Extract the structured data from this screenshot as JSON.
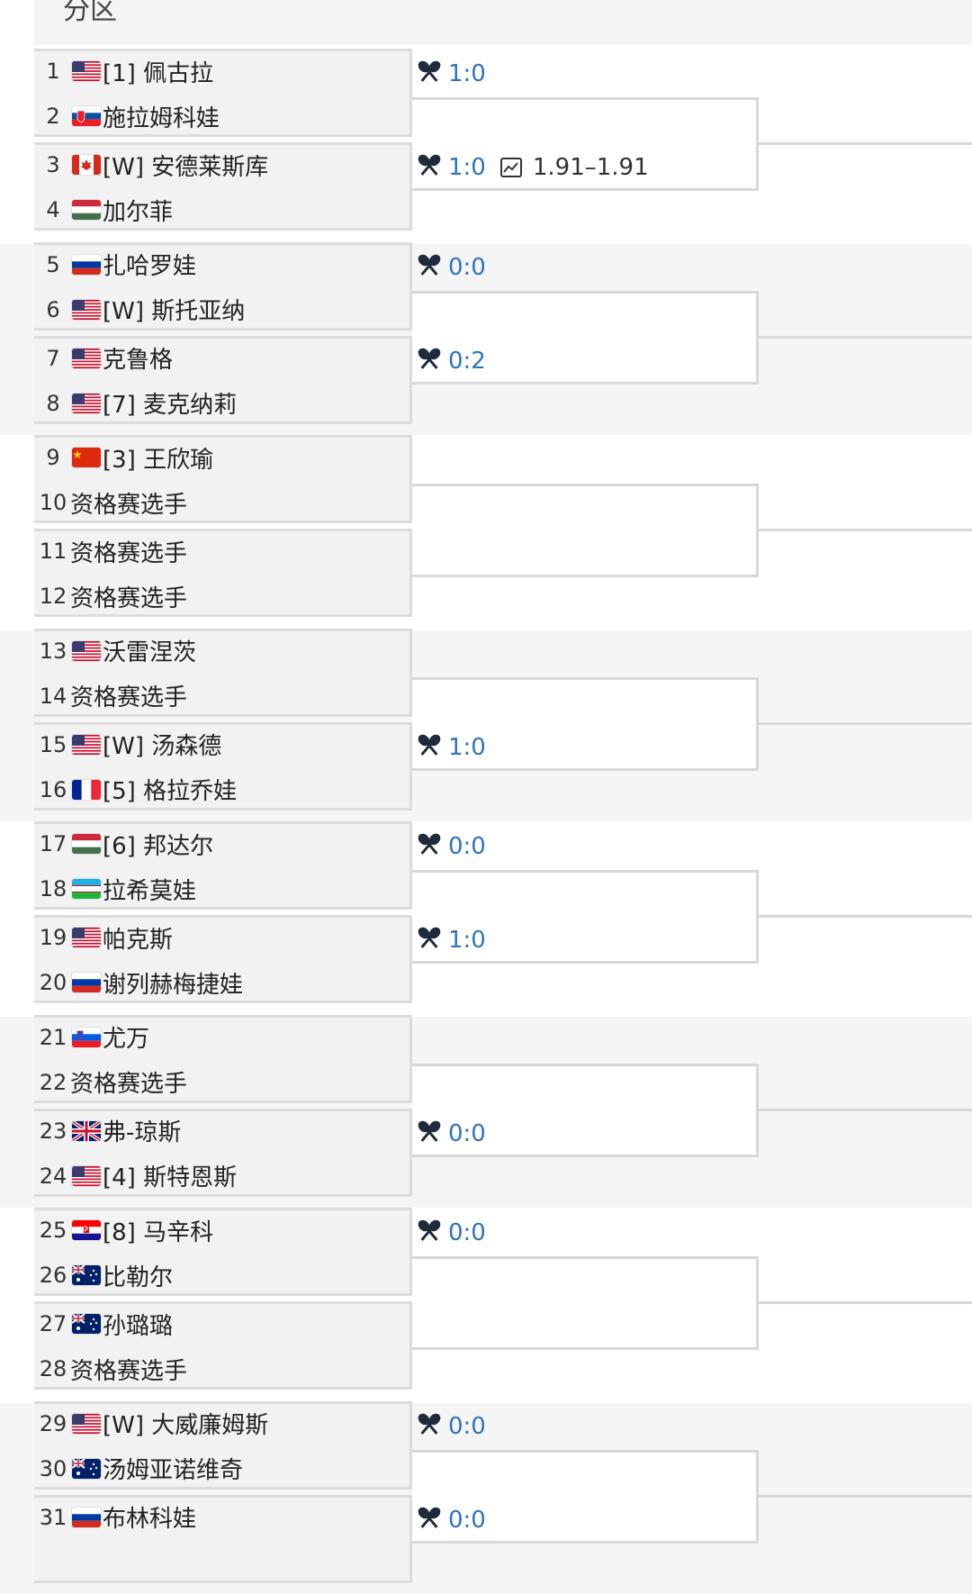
{
  "section_title": "分区",
  "players": [
    {
      "num": "1",
      "flag": "us",
      "name": "[1] 佩古拉"
    },
    {
      "num": "2",
      "flag": "sk",
      "name": "施拉姆科娃"
    },
    {
      "num": "3",
      "flag": "ca",
      "name": "[W] 安德莱斯库"
    },
    {
      "num": "4",
      "flag": "hu",
      "name": "加尔菲"
    },
    {
      "num": "5",
      "flag": "ru",
      "name": "扎哈罗娃"
    },
    {
      "num": "6",
      "flag": "us",
      "name": "[W] 斯托亚纳"
    },
    {
      "num": "7",
      "flag": "us",
      "name": "克鲁格"
    },
    {
      "num": "8",
      "flag": "us",
      "name": "[7] 麦克纳莉"
    },
    {
      "num": "9",
      "flag": "cn",
      "name": "[3] 王欣瑜"
    },
    {
      "num": "10",
      "flag": "",
      "name": "资格赛选手"
    },
    {
      "num": "11",
      "flag": "",
      "name": "资格赛选手"
    },
    {
      "num": "12",
      "flag": "",
      "name": "资格赛选手"
    },
    {
      "num": "13",
      "flag": "us",
      "name": "沃雷涅茨"
    },
    {
      "num": "14",
      "flag": "",
      "name": "资格赛选手"
    },
    {
      "num": "15",
      "flag": "us",
      "name": "[W] 汤森德"
    },
    {
      "num": "16",
      "flag": "fr",
      "name": "[5] 格拉乔娃"
    },
    {
      "num": "17",
      "flag": "hu",
      "name": "[6] 邦达尔"
    },
    {
      "num": "18",
      "flag": "uz",
      "name": "拉希莫娃"
    },
    {
      "num": "19",
      "flag": "us",
      "name": "帕克斯"
    },
    {
      "num": "20",
      "flag": "ru",
      "name": "谢列赫梅捷娃"
    },
    {
      "num": "21",
      "flag": "si",
      "name": "尤万"
    },
    {
      "num": "22",
      "flag": "",
      "name": "资格赛选手"
    },
    {
      "num": "23",
      "flag": "gb",
      "name": "弗-琼斯"
    },
    {
      "num": "24",
      "flag": "us",
      "name": "[4] 斯特恩斯"
    },
    {
      "num": "25",
      "flag": "hr",
      "name": "[8] 马辛科"
    },
    {
      "num": "26",
      "flag": "au",
      "name": "比勒尔"
    },
    {
      "num": "27",
      "flag": "au",
      "name": "孙璐璐"
    },
    {
      "num": "28",
      "flag": "",
      "name": "资格赛选手"
    },
    {
      "num": "29",
      "flag": "us",
      "name": "[W] 大威廉姆斯"
    },
    {
      "num": "30",
      "flag": "au",
      "name": "汤姆亚诺维奇"
    },
    {
      "num": "31",
      "flag": "ru",
      "name": "布林科娃"
    }
  ],
  "matches": [
    {
      "score": "1:0",
      "odds": ""
    },
    {
      "score": "1:0",
      "odds": "1.91–1.91"
    },
    {
      "score": "0:0",
      "odds": ""
    },
    {
      "score": "0:2",
      "odds": ""
    },
    {
      "score": "",
      "odds": ""
    },
    {
      "score": "",
      "odds": ""
    },
    {
      "score": "",
      "odds": ""
    },
    {
      "score": "1:0",
      "odds": ""
    },
    {
      "score": "0:0",
      "odds": ""
    },
    {
      "score": "1:0",
      "odds": ""
    },
    {
      "score": "",
      "odds": ""
    },
    {
      "score": "0:0",
      "odds": ""
    },
    {
      "score": "0:0",
      "odds": ""
    },
    {
      "score": "",
      "odds": ""
    },
    {
      "score": "0:0",
      "odds": ""
    },
    {
      "score": "0:0",
      "odds": ""
    }
  ],
  "icons": {
    "match": "crossed-rackets-icon",
    "odds": "line-chart-icon"
  },
  "colors": {
    "score": "#2f74c0",
    "border": "#d8d8d8",
    "shade": "#f5f5f5"
  }
}
